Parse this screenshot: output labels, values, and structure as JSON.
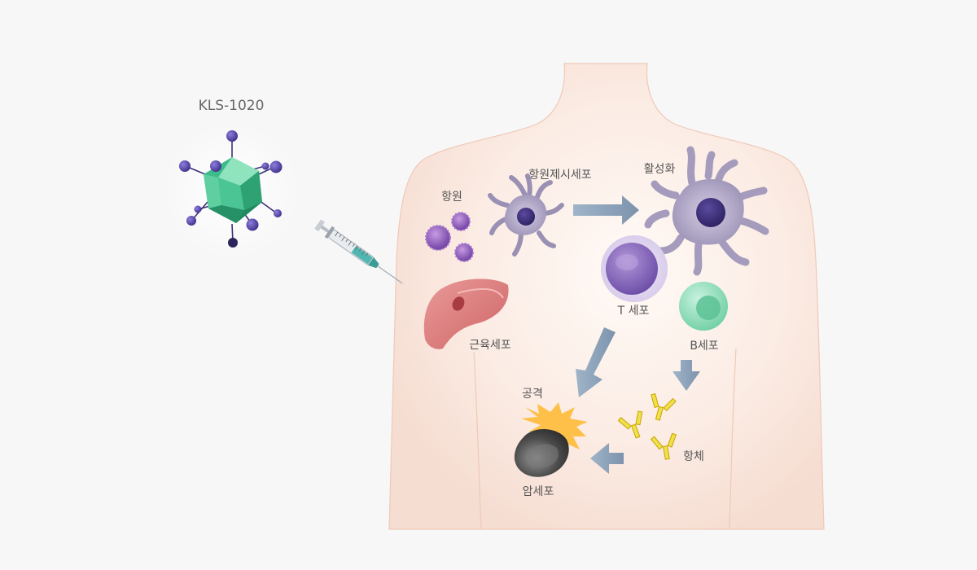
{
  "drug": {
    "name": "KLS-1020"
  },
  "labels": {
    "antigen": "항원",
    "apc": "항원제시세포",
    "activation": "활성화",
    "t_cell": "T 세포",
    "b_cell": "B세포",
    "muscle_cell": "근육세포",
    "attack": "공격",
    "cancer_cell": "암세포",
    "antibody": "항체"
  },
  "colors": {
    "background": "#f7f7f7",
    "body_skin": "#f8e6dd",
    "virus_green": "#3dbb8a",
    "spike_purple": "#5a4aa8",
    "antigen_purple": "#8a55b8",
    "apc_lavender": "#a49bbd",
    "t_cell_purple": "#8d6ec0",
    "b_cell_green": "#86d9b4",
    "muscle_red": "#d86c6c",
    "arrow_blue": "#8aa0b8",
    "antibody_yellow": "#f0e04a",
    "attack_orange": "#ffc04a",
    "cancer_gray": "#555555"
  }
}
